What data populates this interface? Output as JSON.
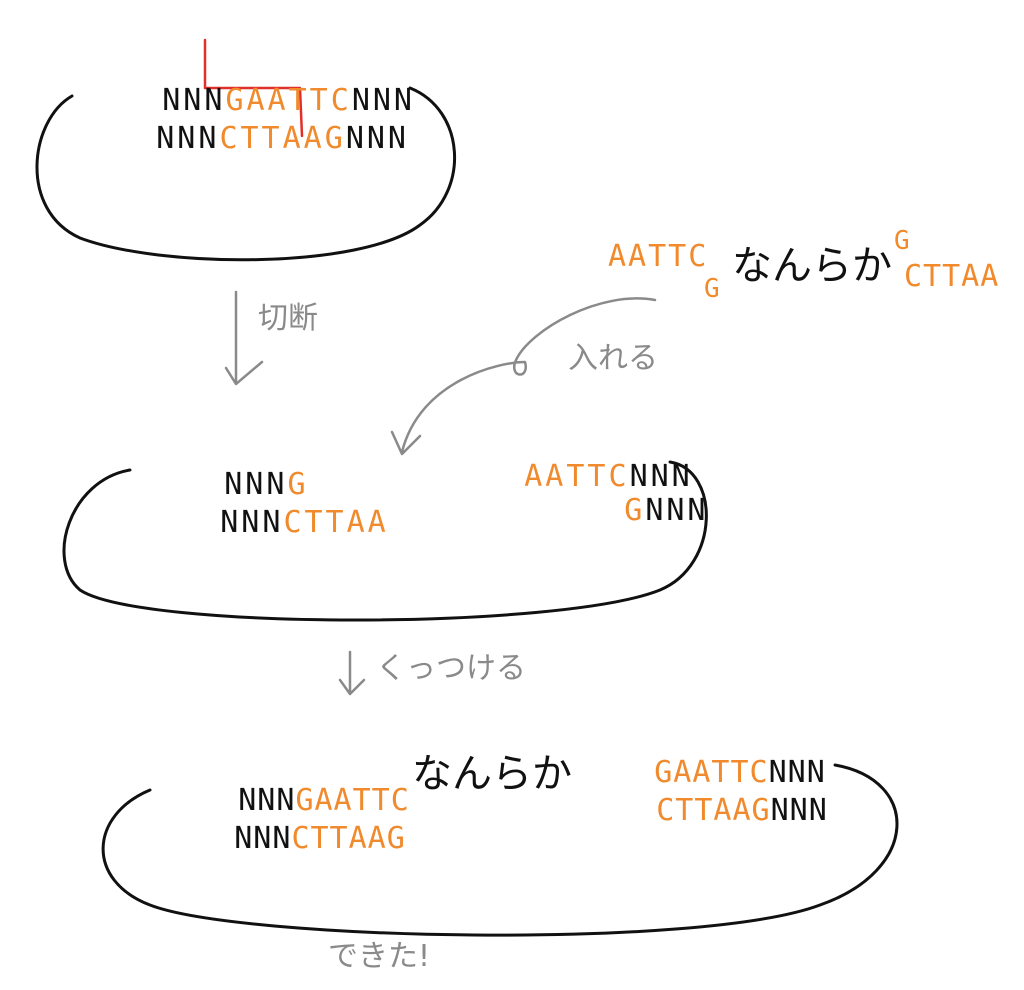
{
  "colors": {
    "ink": "#111111",
    "site": "#f08a2c",
    "cut": "#e0302a",
    "arrow": "#8a8a8a"
  },
  "step1": {
    "top_prefix": "NNN",
    "top_site": "GAATTC",
    "top_suffix": "NNN",
    "bottom_prefix": "NNN",
    "bottom_site": "CTTAAG",
    "bottom_suffix": "NNN"
  },
  "cut_label": "切断",
  "insert": {
    "top_seq": "AATTC",
    "top_bottom_g": "G",
    "middle": "なんらか",
    "right_top_g": "G",
    "right_bottom_seq": "CTTAA"
  },
  "insert_label": "入れる",
  "step2": {
    "left_top_prefix": "NNN",
    "left_top_site": "G",
    "left_bottom_prefix": "NNN",
    "left_bottom_site": "CTTAA",
    "right_top_site": "AATTC",
    "right_top_suffix": "NNN",
    "right_bottom_site": "G",
    "right_bottom_suffix": "NNN"
  },
  "join_label": "くっつける",
  "step3": {
    "top_prefix": "NNN",
    "top_site_left": "GAATTC",
    "middle": "なんらか",
    "top_site_right": "GAATTC",
    "top_suffix": "NNN",
    "bottom_prefix": "NNN",
    "bottom_site_left": "CTTAAG",
    "bottom_site_right": "CTTAAG",
    "bottom_suffix": "NNN"
  },
  "done_label": "できた!"
}
